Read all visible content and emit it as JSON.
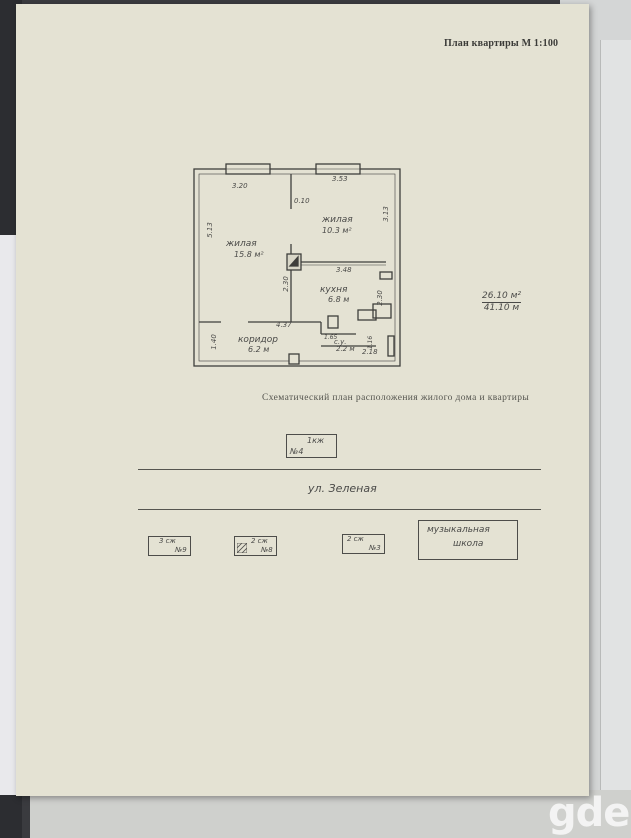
{
  "header": {
    "title": "План квартиры М 1:100"
  },
  "plan": {
    "rooms": [
      {
        "name": "жилая",
        "area": "15.8 м²"
      },
      {
        "name": "жилая",
        "area": "10.3 м²"
      },
      {
        "name": "кухня",
        "area": "6.8 м"
      },
      {
        "name": "коридор",
        "area": "6.2 м"
      },
      {
        "name": "с.у.",
        "area": "2.2 м"
      }
    ],
    "dimensions": {
      "top_left": "3.20",
      "top_right": "3.53",
      "left_height": "5.13",
      "right_height": "3.13",
      "closet": "0.10",
      "partition": "2.30",
      "kitchen_width": "3.48",
      "kitchen_depth": "2.30",
      "corridor_width": "4.37",
      "corridor_left": "1.40",
      "bath_width": "2.18",
      "bath_height": "1.16",
      "small": "1.65"
    },
    "area_living": "26.10 м²",
    "area_total": "41.10 м"
  },
  "scheme": {
    "caption": "Схематический план расположения жилого дома и квартиры",
    "house": {
      "label": "1кж",
      "number": "№4"
    },
    "street": "ул. Зеленая",
    "buildings": [
      {
        "label": "3 сж",
        "number": "№9"
      },
      {
        "label": "2 сж",
        "number": "№8"
      },
      {
        "label": "2 сж",
        "number": "№3"
      }
    ],
    "school": {
      "line1": "музыкальная",
      "line2": "школа"
    }
  },
  "watermark": "gde"
}
